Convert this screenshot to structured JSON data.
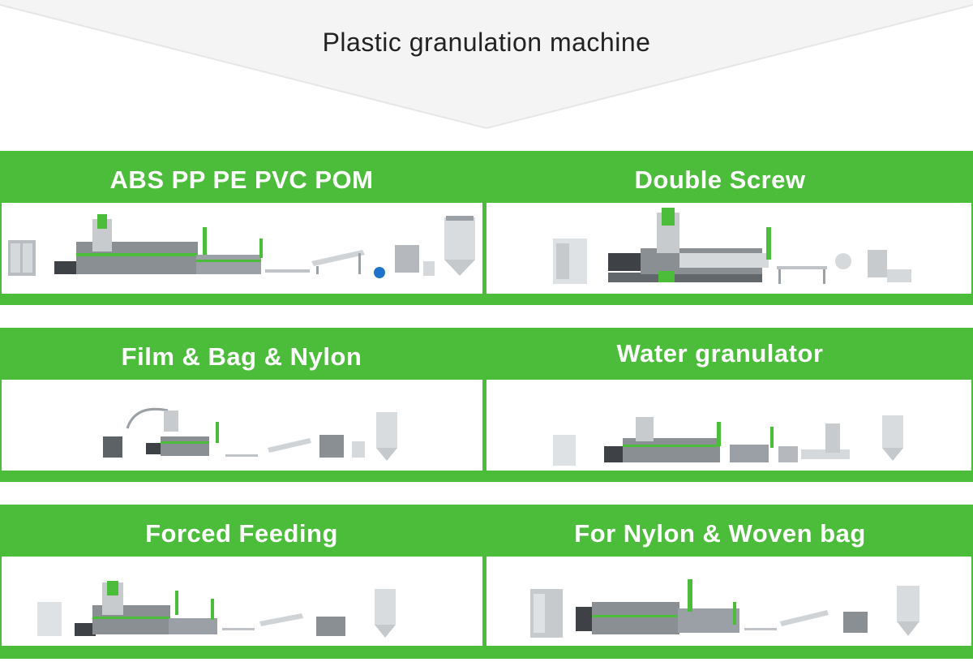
{
  "page": {
    "title": "Plastic granulation machine"
  },
  "machines": [
    {
      "label": "ABS PP PE PVC POM"
    },
    {
      "label": "Double Screw"
    },
    {
      "label": "Film & Bag & Nylon"
    },
    {
      "label": "Water granulator"
    },
    {
      "label": "Forced Feeding"
    },
    {
      "label": "For Nylon & Woven bag"
    }
  ],
  "colors": {
    "brand_green": "#4cbd3a",
    "machine_gray": "#8a8f94",
    "machine_dark": "#3e4246",
    "text_dark": "#222222"
  }
}
